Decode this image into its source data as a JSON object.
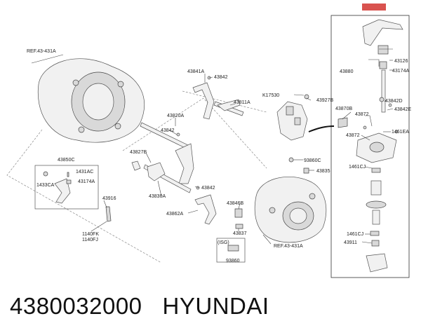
{
  "header": {
    "badge": ""
  },
  "labels": {
    "ref_top": "REF.43-431A",
    "ref_bottom": "REF.43-431A",
    "p43841A": "43841A",
    "p43842a": "43842",
    "p43811A": "43811A",
    "p43820A": "43820A",
    "p43842b": "43842",
    "p43827B": "43827B",
    "p43850C": "43850C",
    "p1431AC": "1431AC",
    "p1433CA": "1433CA",
    "p43174A_left": "43174A",
    "p43830A": "43830A",
    "p43842c": "43842",
    "p43916": "43916",
    "p43862A": "43862A",
    "p1140FK": "1140FK",
    "p1140FJ": "1140FJ",
    "pK17530": "K17530",
    "p43927B": "43927B",
    "p93860C": "93860C",
    "p43835": "43835",
    "p43846B": "43846B",
    "p43837": "43837",
    "isg": "(ISG)",
    "p93860": "93860",
    "p43126": "43126",
    "p43880": "43880",
    "p43174A_right": "43174A",
    "p43842D": "43842D",
    "p43870B": "43870B",
    "p43842E": "43842E",
    "p43872a": "43872",
    "p1461EA": "1461EA",
    "p43872b": "43872",
    "p1461CJa": "1461CJ",
    "p1461CJb": "1461CJ",
    "p43911": "43911"
  },
  "caption": {
    "part_number": "4380032000",
    "brand": "HYUNDAI"
  },
  "colors": {
    "badge_bg": "#d9534f",
    "ink": "#222222"
  }
}
